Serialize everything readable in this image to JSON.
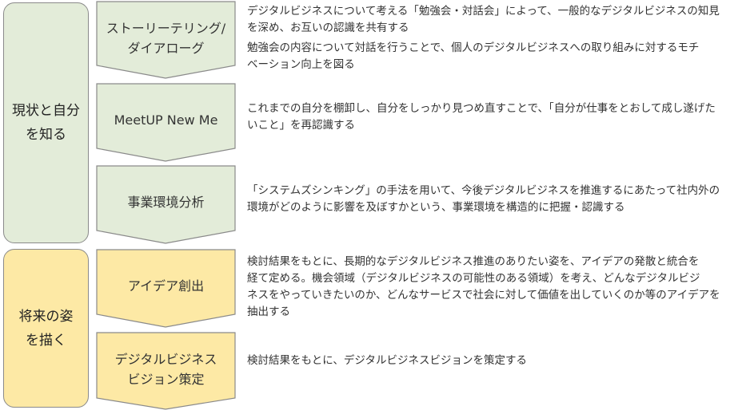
{
  "phases": {
    "current": {
      "line1": "現状と自分",
      "line2": "を知る",
      "color": "#e3ecd9"
    },
    "future": {
      "line1": "将来の姿",
      "line2": "を描く",
      "color": "#fde9a5"
    }
  },
  "steps": [
    {
      "line1": "ストーリーテリング/",
      "line2": "ダイアローグ",
      "desc1": "デジタルビジネスについて考える「勉強会・対話会」によって、一般的なデジタルビジネスの知見\nを深め、お互いの認識を共有する",
      "desc2": "勉強会の内容について対話を行うことで、個人のデジタルビジネスへの取り組みに対するモチ\nベーション向上を図る"
    },
    {
      "line1": "MeetUP New Me",
      "desc1": "これまでの自分を棚卸し、自分をしっかり見つめ直すことで、「自分が仕事をとおして成し遂げた\nいこと」を再認識する"
    },
    {
      "line1": "事業環境分析",
      "desc1": "「システムズシンキング」の手法を用いて、今後デジタルビジネスを推進するにあたって社内外の\n環境がどのように影響を及ぼすかという、事業環境を構造的に把握・認識する"
    },
    {
      "line1": "アイデア創出",
      "desc1": "検討結果をもとに、長期的なデジタルビジネス推進のありたい姿を、アイデアの発散と統合を\n経て定める。機会領域（デジタルビジネスの可能性のある領域）を考え、どんなデジタルビジ\nネスをやっていきたいのか、どんなサービスで社会に対して価値を出していくのか等のアイデアを\n抽出する"
    },
    {
      "line1": "デジタルビジネス",
      "line2": "ビジョン策定",
      "desc1": "検討結果をもとに、デジタルビジネスビジョンを策定する"
    }
  ]
}
